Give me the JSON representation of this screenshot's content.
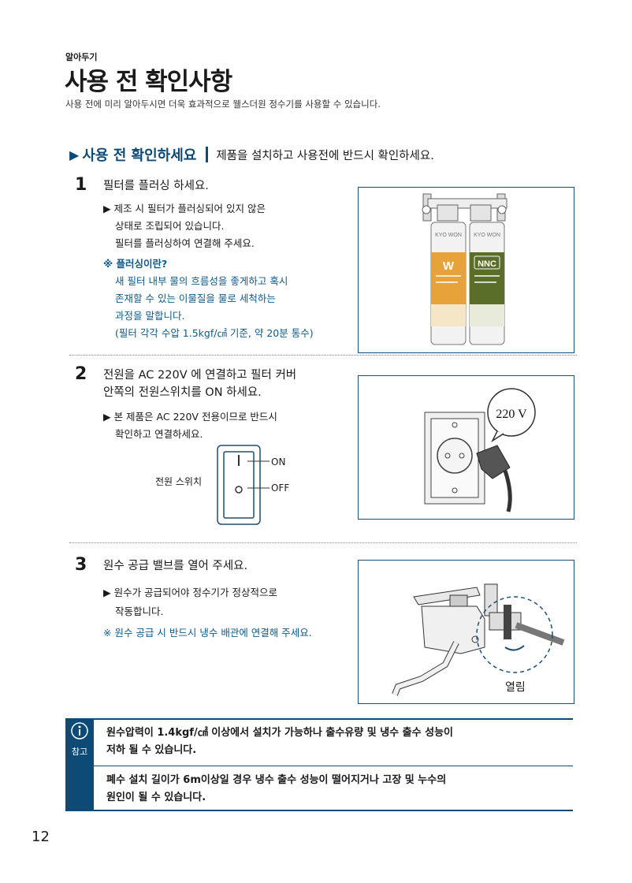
{
  "header": {
    "kicker": "알아두기",
    "title": "사용 전 확인사항",
    "intro": "사용 전에 미리 알아두시면 더욱 효과적으로 웰스더원 정수기를 사용할 수 있습니다."
  },
  "section": {
    "arrow": "▶",
    "title": "사용 전 확인하세요",
    "subtitle": "제품을 설치하고 사용전에 반드시 확인하세요."
  },
  "step1": {
    "num": "1",
    "title": "필터를 플러싱 하세요.",
    "bullet_l1": "▶ 제조 시 필터가 플러싱되어 있지 않은",
    "bullet_l2": "상태로 조립되어 있습니다.",
    "bullet_l3": "필터를 플러싱하여 연결해 주세요.",
    "note_title": "※ 플러싱이란?",
    "note_l1": "새 필터 내부 물의 흐름성을 좋게하고 혹시",
    "note_l2": "존재할 수 있는 이물질을 물로 세척하는",
    "note_l3": "과정을 말합니다.",
    "note_l4": "(필터 각각 수압 1.5kgf/㎠ 기준, 약 20분 통수)",
    "filter_brand": "KYO WON",
    "filter_left_label": "W",
    "filter_right_label": "NNC"
  },
  "step2": {
    "num": "2",
    "title_l1": "전원을 AC 220V 에 연결하고 필터 커버",
    "title_l2": "안쪽의 전원스위치를 ON 하세요.",
    "bullet_l1": "▶ 본 제품은 AC 220V  전용이므로 반드시",
    "bullet_l2": "확인하고 연결하세요.",
    "switch_label": "전원 스위치",
    "switch_on": "ON",
    "switch_off": "OFF",
    "voltage": "220 V"
  },
  "step3": {
    "num": "3",
    "title": "원수 공급 밸브를 열어 주세요.",
    "bullet_l1": "▶ 원수가 공급되어야 정수기가 정상적으로",
    "bullet_l2": "작동합니다.",
    "note": "※ 원수 공급 시 반드시 냉수 배관에 연결해 주세요.",
    "open_label": "열림"
  },
  "reference": {
    "label": "참고",
    "text1_l1": "원수압력이 1.4kgf/㎠ 이상에서 설치가 가능하나 출수유량 및 냉수 출수 성능이",
    "text1_l2": "저하 될 수 있습니다.",
    "text2_l1": "폐수 설치 길이가 6m이상일 경우 냉수 출수 성능이 떨어지거나 고장 및 누수의",
    "text2_l2": "원인이 될 수 있습니다."
  },
  "page_number": "12",
  "colors": {
    "accent": "#0e4a76",
    "note": "#0e5a8a",
    "orange": "#e8a23a",
    "green": "#5a6e2a"
  }
}
